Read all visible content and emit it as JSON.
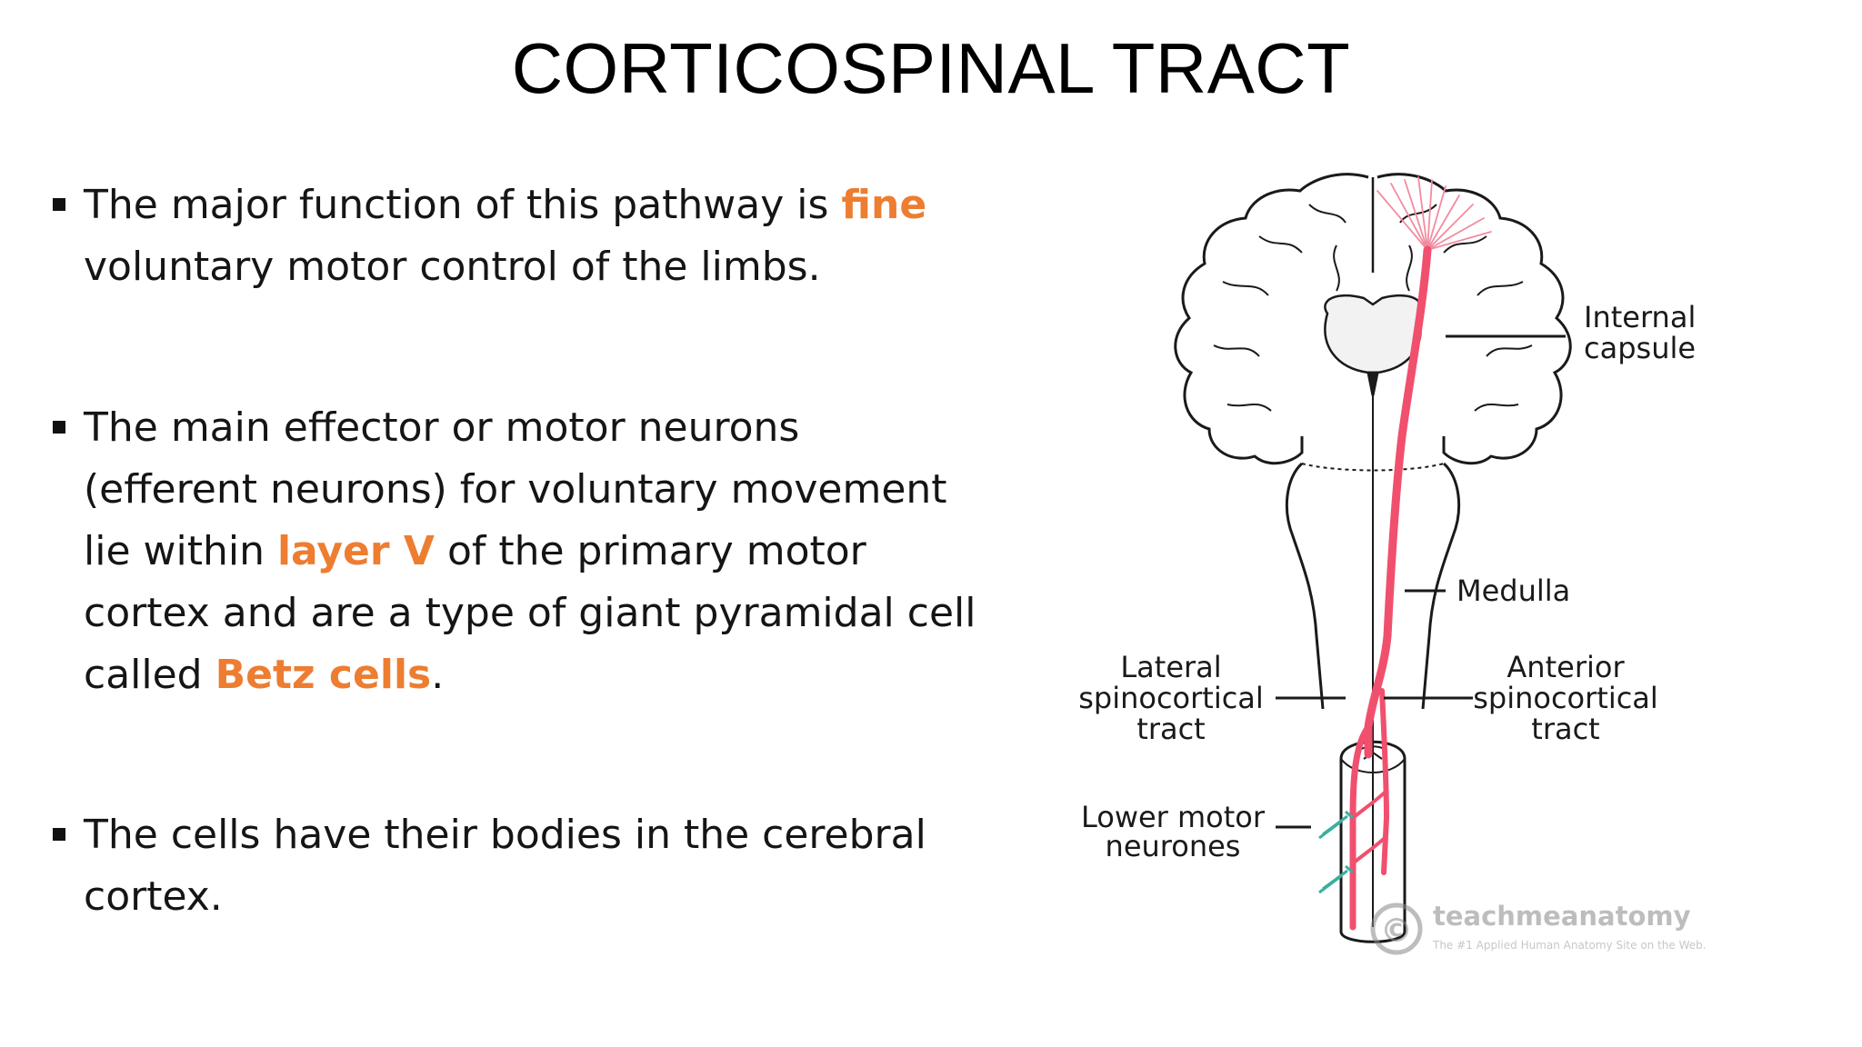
{
  "slide": {
    "title": "CORTICOSPINAL TRACT",
    "accent_color": "#ED7D31",
    "bullets": [
      {
        "lines": [
          [
            "The major function of this pathway is ",
            "fine"
          ],
          [
            "voluntary motor control of the limbs."
          ]
        ]
      },
      {
        "lines": [
          [
            "The main effector or motor neurons"
          ],
          [
            "(efferent neurons) for voluntary movement"
          ],
          [
            "lie within ",
            "layer V",
            " of the primary motor"
          ],
          [
            "cortex and are a type of giant pyramidal cell"
          ],
          [
            "called ",
            "Betz cells",
            "."
          ]
        ]
      },
      {
        "lines": [
          [
            "The cells have their bodies in the cerebral"
          ],
          [
            "cortex."
          ]
        ]
      }
    ]
  },
  "diagram": {
    "labels": {
      "internal_capsule": [
        "Internal",
        "capsule"
      ],
      "medulla": "Medulla",
      "lateral_tract": [
        "Lateral",
        "spinocortical",
        "tract"
      ],
      "anterior_tract": [
        "Anterior",
        "spinocortical",
        "tract"
      ],
      "lower_motor": [
        "Lower motor",
        "neurones"
      ]
    },
    "watermark": {
      "symbol": "©",
      "name": "teachmeanatomy",
      "tagline": "The #1 Applied Human Anatomy Site on the Web."
    },
    "tract_color": "#F0506E",
    "neuron_color": "#3AAFA0"
  }
}
